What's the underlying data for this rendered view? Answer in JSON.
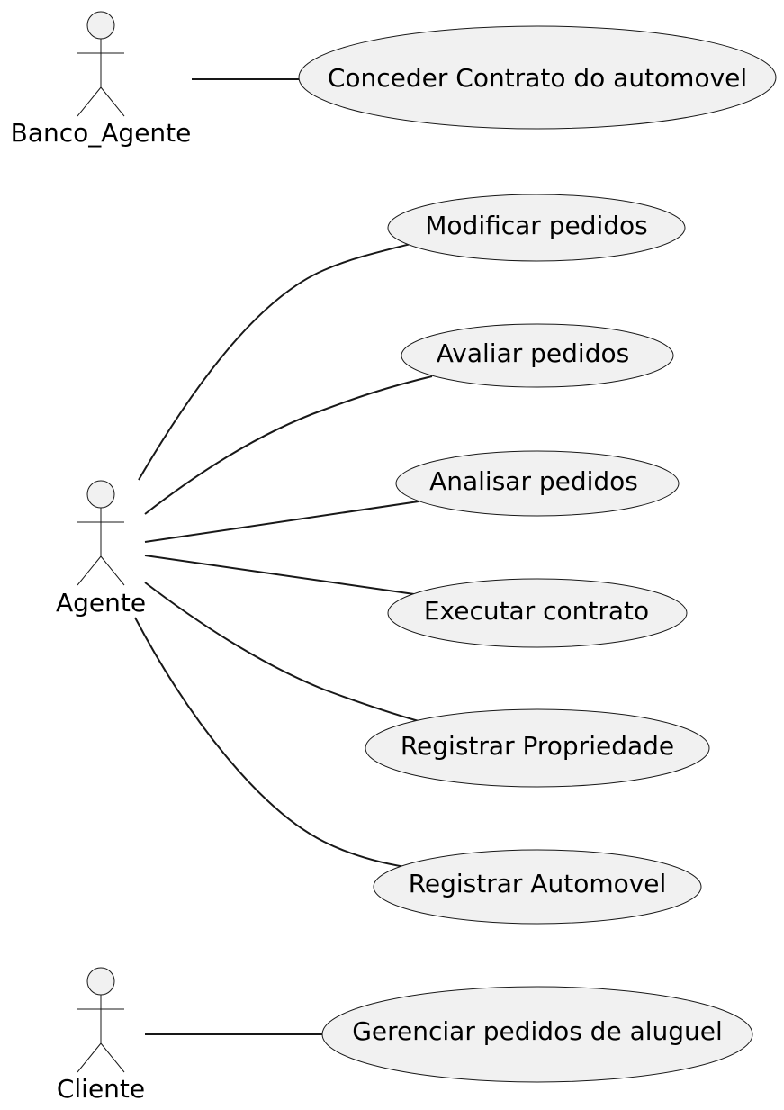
{
  "diagram": {
    "actors": [
      {
        "id": "banco",
        "name": "Banco_Agente",
        "icon": "stick-figure-icon"
      },
      {
        "id": "agente",
        "name": "Agente",
        "icon": "stick-figure-icon"
      },
      {
        "id": "cliente",
        "name": "Cliente",
        "icon": "stick-figure-icon"
      }
    ],
    "use_cases": [
      {
        "id": "conceder",
        "label": "Conceder Contrato do automovel"
      },
      {
        "id": "modificar",
        "label": "Modificar pedidos"
      },
      {
        "id": "avaliar",
        "label": "Avaliar pedidos"
      },
      {
        "id": "analisar",
        "label": "Analisar pedidos"
      },
      {
        "id": "executar",
        "label": "Executar contrato"
      },
      {
        "id": "registrar-propriedade",
        "label": "Registrar Propriedade"
      },
      {
        "id": "registrar-automovel",
        "label": "Registrar Automovel"
      },
      {
        "id": "gerenciar",
        "label": "Gerenciar pedidos de aluguel"
      }
    ],
    "associations": [
      {
        "actor": "banco",
        "use_case": "conceder"
      },
      {
        "actor": "agente",
        "use_case": "modificar"
      },
      {
        "actor": "agente",
        "use_case": "avaliar"
      },
      {
        "actor": "agente",
        "use_case": "analisar"
      },
      {
        "actor": "agente",
        "use_case": "executar"
      },
      {
        "actor": "agente",
        "use_case": "registrar-propriedade"
      },
      {
        "actor": "agente",
        "use_case": "registrar-automovel"
      },
      {
        "actor": "cliente",
        "use_case": "gerenciar"
      }
    ],
    "colors": {
      "fill": "#f1f1f1",
      "stroke": "#181818",
      "text": "#000000",
      "background": "#ffffff"
    }
  }
}
